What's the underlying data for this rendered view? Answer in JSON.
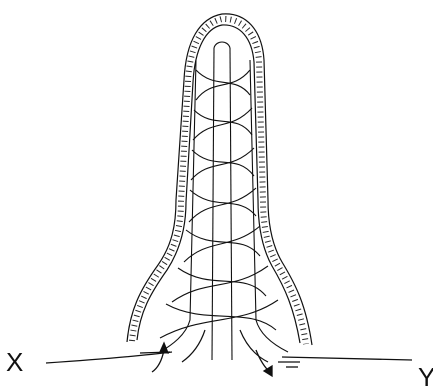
{
  "labels": {
    "left": "X",
    "right": "Y"
  },
  "colors": {
    "ink": "#111111",
    "background": "#ffffff"
  },
  "subject": "villus-cross-section-with-capillary-network"
}
